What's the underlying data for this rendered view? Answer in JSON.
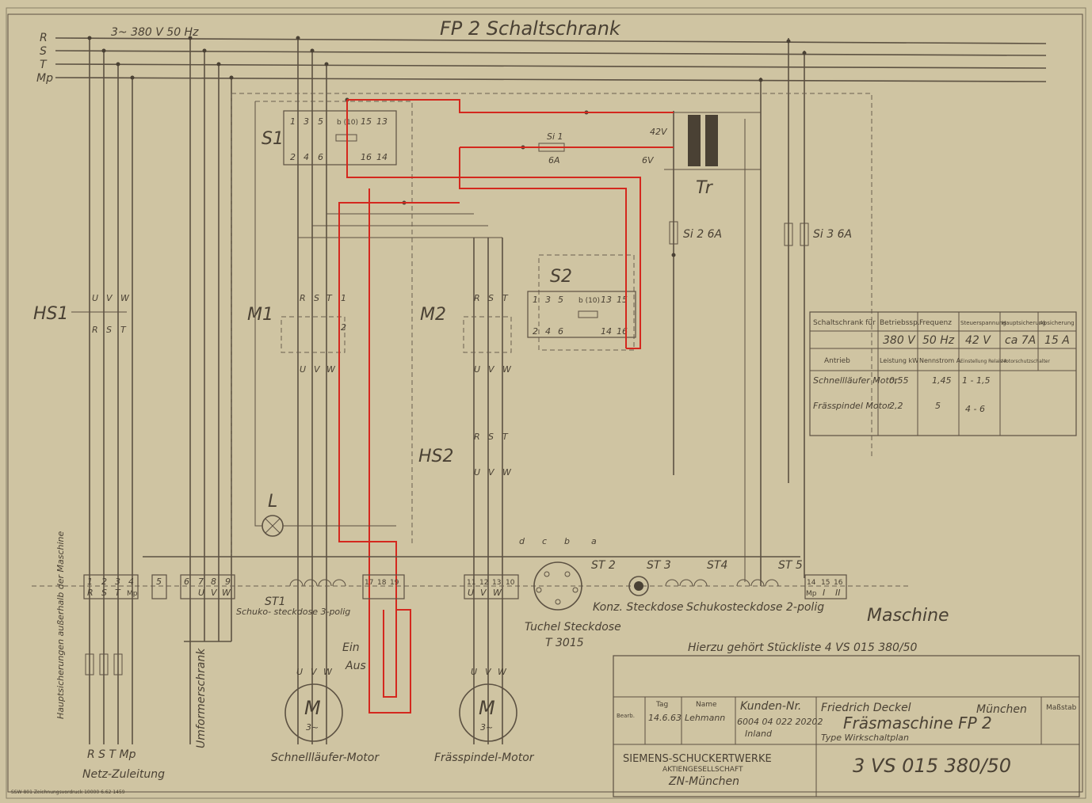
{
  "header": {
    "title": "FP 2   Schaltschrank",
    "supply": "3~ 380 V  50 Hz"
  },
  "rails": [
    "R",
    "S",
    "T",
    "Mp"
  ],
  "components": {
    "hs1": "HS1",
    "s1": "S1",
    "m1": "M1",
    "m2": "M2",
    "s2": "S2",
    "hs2": "HS2",
    "lamp": "L",
    "tr": "Tr",
    "si1": "Si 1",
    "si1_val": "6A",
    "si2": "Si 2  6A",
    "si3": "Si 3  6A",
    "v42": "42V",
    "v6": "6V",
    "ein": "Ein",
    "aus": "Aus"
  },
  "terminals": {
    "t1": [
      "1",
      "2",
      "3",
      "4"
    ],
    "t1b": [
      "R",
      "S",
      "T",
      "Mp"
    ],
    "t5": "5",
    "t6": [
      "6",
      "7",
      "8",
      "9"
    ],
    "t6b": [
      "U",
      "V",
      "W"
    ],
    "t17": [
      "17",
      "18",
      "19"
    ],
    "t11": [
      "11",
      "12",
      "13",
      "10"
    ],
    "t11b": [
      "U",
      "V",
      "W"
    ],
    "t14": [
      "14",
      "15",
      "16"
    ],
    "t14b": [
      "Mp",
      "I",
      "II"
    ]
  },
  "labels": {
    "st1": "ST1",
    "schuko3": "Schuko-\nsteckdose\n3-polig",
    "tuchel": "Tuchel Steckdose",
    "tuchel_type": "T 3015",
    "konz": "Konz. Steckdose",
    "schuko2": "Schukosteckdose\n2-polig",
    "st2": "ST 2",
    "st3": "ST 3",
    "st4": "ST4",
    "st5": "ST 5",
    "maschine": "Maschine",
    "hauptsich": "Hauptsicherungen\naußerhalb der Maschine",
    "umformer": "Umformerschrank",
    "netz_letters": "R S T Mp",
    "netz": "Netz-Zuleitung",
    "motor1": "Schnellläufer-Motor",
    "motor2": "Frässpindel-Motor",
    "stueckliste": "Hierzu gehört Stückliste  4 VS 015 380/50",
    "tuchel_pins": [
      "d",
      "c",
      "b",
      "a"
    ]
  },
  "spec_table": {
    "header": [
      "Schaltschrank für",
      "Betriebssp.",
      "Frequenz",
      "Steuerspannung",
      "Hauptsicherung",
      "Absicherung"
    ],
    "row0": [
      "",
      "380 V",
      "50 Hz",
      "42 V",
      "ca 7A",
      "15 A"
    ],
    "subheader": [
      "Antrieb",
      "Leistung kW",
      "Nennstrom A",
      "Einstellung Relais A",
      "",
      "Motorschutzschalter"
    ],
    "rows": [
      [
        "Schnellläufer Motor",
        "0,55",
        "1,45",
        "1 - 1,5"
      ],
      [
        "Frässpindel Motor",
        "2,2",
        "5",
        "4 - 6"
      ]
    ]
  },
  "title_block": {
    "kunden": "Kunden-Nr.",
    "kunden_nr": "6004 04 022 20202",
    "kunden_sub": "Inland",
    "company": "Friedrich Deckel",
    "city": "München",
    "machine": "Fräsmaschine FP 2",
    "type": "Type Wirkschaltplan",
    "tag": "Tag",
    "name": "Name",
    "bearb": "Bearb.",
    "date": "14.6.63",
    "sig": "Lehmann",
    "siemens": "SIEMENS-SCHUCKERTWERKE",
    "ag": "AKTIENGESELLSCHAFT",
    "zn": "ZN-München",
    "drawing_no": "3 VS 015 380/50",
    "massstab": "Maßstab"
  },
  "footer": "SSW 801 Zeichnungsvordruck 10000 6.62 1459"
}
